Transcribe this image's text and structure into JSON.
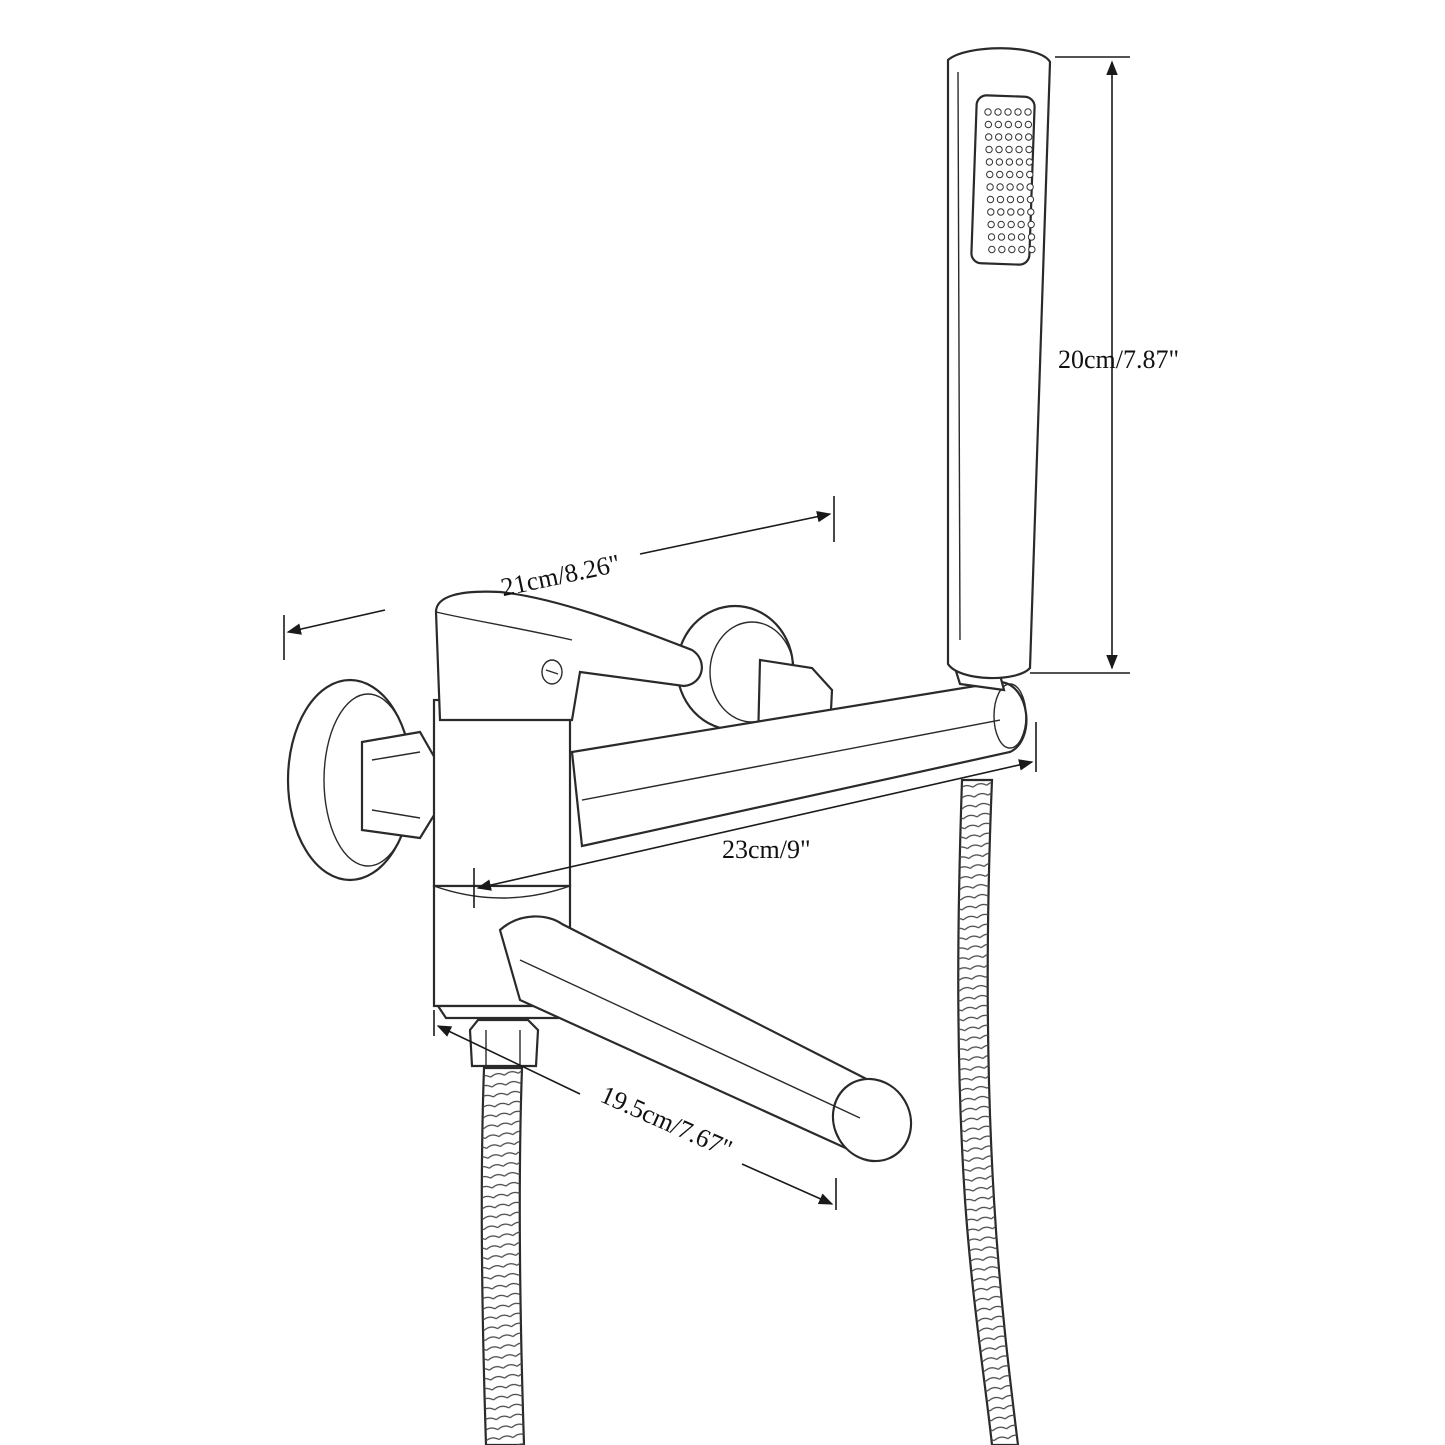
{
  "diagram": {
    "dimensions": {
      "handset_length": "20cm/7.87\"",
      "mixer_width": "21cm/8.26\"",
      "holder_arm_length": "23cm/9\"",
      "spout_length": "19.5cm/7.67\""
    }
  }
}
